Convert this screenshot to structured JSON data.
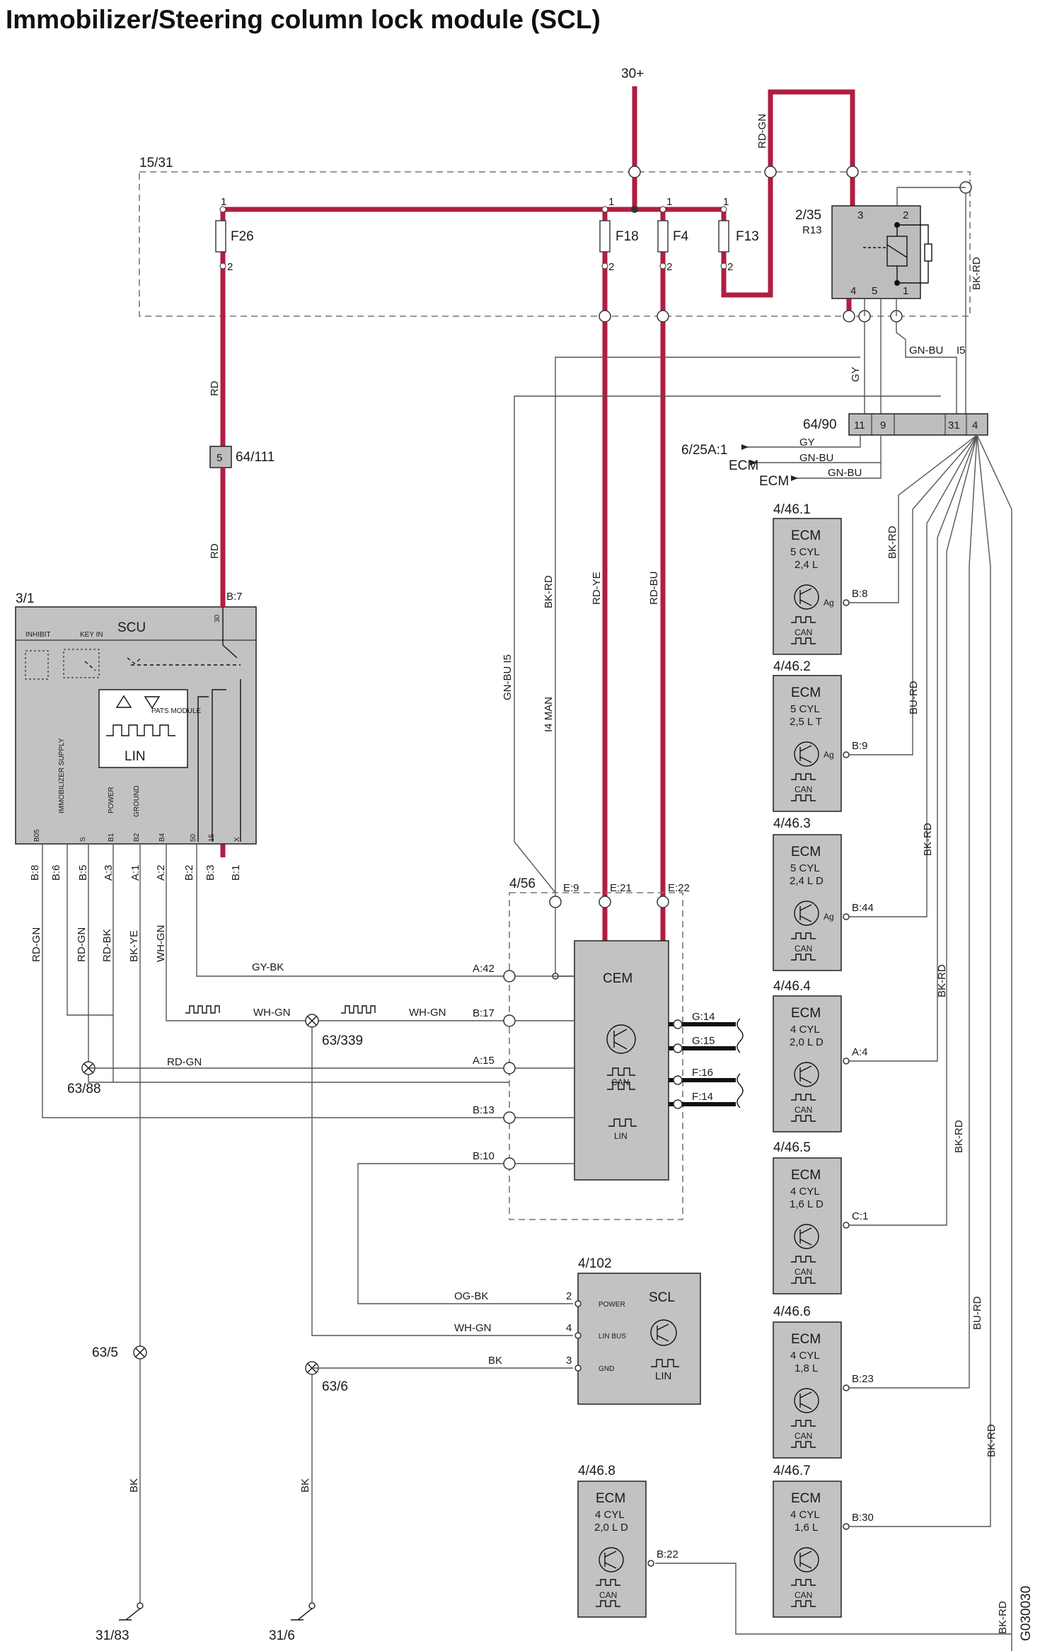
{
  "title": "Immobilizer/Steering column lock module (SCL)",
  "labels": {
    "supply": "30+",
    "box_1531": "15/31",
    "f26": "F26",
    "f18": "F18",
    "f4": "F4",
    "f13": "F13",
    "pin1": "1",
    "pin2": "2",
    "relay_id": "2/35",
    "relay_name": "R13",
    "relay_p3": "3",
    "relay_p2": "2",
    "relay_p4": "4",
    "relay_p5": "5",
    "relay_p1": "1",
    "w_rdgn": "RD-GN",
    "w_bkrd": "BK-RD",
    "w_gnbu": "GN-BU",
    "w_i5": "I5",
    "w_gy": "GY",
    "w_rd": "RD",
    "w_rdye": "RD-YE",
    "w_rdbu": "RD-BU",
    "conn_64111": "64/111",
    "conn_64111_pin": "5",
    "conn_6490": "64/90",
    "c6490_11": "11",
    "c6490_9": "9",
    "c6490_31": "31",
    "c6490_4": "4",
    "ref_625a1": "6/25A:1",
    "ecm": "ECM",
    "w_gnbu_i5": "GN-BU  I5",
    "w_i4man": "I4 MAN",
    "w_burd": "BU-RD",
    "scu_id": "3/1",
    "scu_name": "SCU",
    "scu_b7": "B:7",
    "scu_30": "30",
    "scu_inhibit": "INHIBIT",
    "scu_keyin": "KEY IN",
    "scu_pats": "PATS MODULE",
    "scu_lin": "LIN",
    "scu_immo": "IMMOBILIZER SUPPLY",
    "scu_power": "POWER",
    "scu_ground": "GROUND",
    "scu_pins_top": [
      "B05",
      "S",
      "B1",
      "B2",
      "B4",
      "50",
      "15",
      "X"
    ],
    "scu_pins": [
      "B:8",
      "B:6",
      "B:5",
      "A:3",
      "A:1",
      "A:2",
      "B:2",
      "B:3",
      "B:1"
    ],
    "scu_wires": [
      "RD-GN",
      "RD-GN",
      "RD-BK",
      "BK-YE",
      "WH-GN"
    ],
    "cem_id": "4/56",
    "cem_name": "CEM",
    "cem_can": "CAN",
    "cem_lin": "LIN",
    "cem_top": [
      "E:9",
      "E:21",
      "E:22"
    ],
    "cem_left": [
      "A:42",
      "B:17",
      "A:15",
      "B:13",
      "B:10"
    ],
    "cem_right": [
      "G:14",
      "G:15",
      "F:16",
      "F:14"
    ],
    "w_gybk": "GY-BK",
    "w_whgn": "WH-GN",
    "splice_63339": "63/339",
    "splice_6388": "63/88",
    "splice_635": "63/5",
    "splice_636": "63/6",
    "scl_id": "4/102",
    "scl_name": "SCL",
    "scl_power": "POWER",
    "scl_linbus": "LIN BUS",
    "scl_gnd": "GND",
    "scl_lin": "LIN",
    "scl_pin2": "2",
    "scl_pin4": "4",
    "scl_pin3": "3",
    "w_ogbk": "OG-BK",
    "w_bk": "BK",
    "gnd_3183": "31/83",
    "gnd_316": "31/6",
    "doc_code": "G030030",
    "can": "CAN"
  },
  "ecms": [
    {
      "id": "4/46.1",
      "cyl": "5 CYL",
      "eng": "2,4 L",
      "pin": "B:8",
      "ag": "Ag"
    },
    {
      "id": "4/46.2",
      "cyl": "5 CYL",
      "eng": "2,5 L T",
      "pin": "B:9",
      "ag": "Ag"
    },
    {
      "id": "4/46.3",
      "cyl": "5 CYL",
      "eng": "2,4 L D",
      "pin": "B:44",
      "ag": "Ag"
    },
    {
      "id": "4/46.4",
      "cyl": "4 CYL",
      "eng": "2,0 L D",
      "pin": "A:4",
      "ag": ""
    },
    {
      "id": "4/46.5",
      "cyl": "4 CYL",
      "eng": "1,6 L D",
      "pin": "C:1",
      "ag": ""
    },
    {
      "id": "4/46.6",
      "cyl": "4 CYL",
      "eng": "1,8 L",
      "pin": "B:23",
      "ag": ""
    },
    {
      "id": "4/46.7",
      "cyl": "4 CYL",
      "eng": "1,6 L",
      "pin": "B:30",
      "ag": ""
    },
    {
      "id": "4/46.8",
      "cyl": "4 CYL",
      "eng": "2,0 L D",
      "pin": "B:22",
      "ag": ""
    }
  ],
  "ecm_wires": [
    "BK-RD",
    "BU-RD",
    "BK-RD",
    "BK-RD",
    "BK-RD",
    "BU-RD",
    "BK-RD",
    "BK-RD"
  ],
  "colors": {
    "power_wire": "#b01e42",
    "module_fill": "#c2c2c2"
  }
}
